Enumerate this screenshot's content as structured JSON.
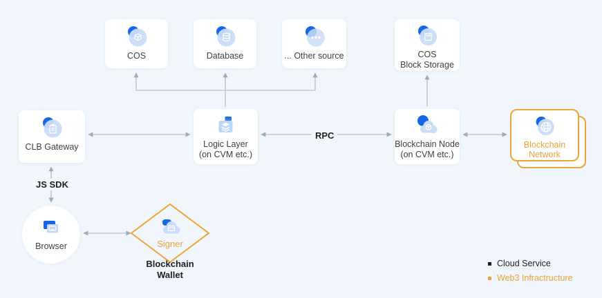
{
  "nodes": {
    "cos": {
      "label": "COS"
    },
    "database": {
      "label": "Database"
    },
    "other_source": {
      "label": "... Other source"
    },
    "cos_block_storage": {
      "line1": "COS",
      "line2": "Block Storage"
    },
    "clb_gateway": {
      "label": "CLB Gateway"
    },
    "logic_layer": {
      "line1": "Logic Layer",
      "line2": "(on CVM etc.)"
    },
    "blockchain_node": {
      "line1": "Blockchain Node",
      "line2": "(on CVM etc.)"
    },
    "blockchain_network": {
      "line1": "Blockchain",
      "line2": "Network"
    },
    "browser": {
      "label": "Browser"
    },
    "signer": {
      "label": "Signer"
    },
    "blockchain_wallet": {
      "line1": "Blockchain",
      "line2": "Wallet"
    }
  },
  "edge_labels": {
    "js_sdk": "JS SDK",
    "rpc": "RPC"
  },
  "legend": {
    "items": [
      {
        "label": "Cloud Service",
        "color": "#1f1f1f"
      },
      {
        "label": "Web3 Infractructure",
        "color": "#eda337"
      }
    ]
  },
  "colors": {
    "background": "#f0f6fc",
    "card": "#ffffff",
    "accent_blue": "#1667e8",
    "light_blue": "#cadcf8",
    "web3_orange": "#eda337",
    "arrow_gray": "#a2aab4",
    "label_text": "#3f3f3f"
  }
}
